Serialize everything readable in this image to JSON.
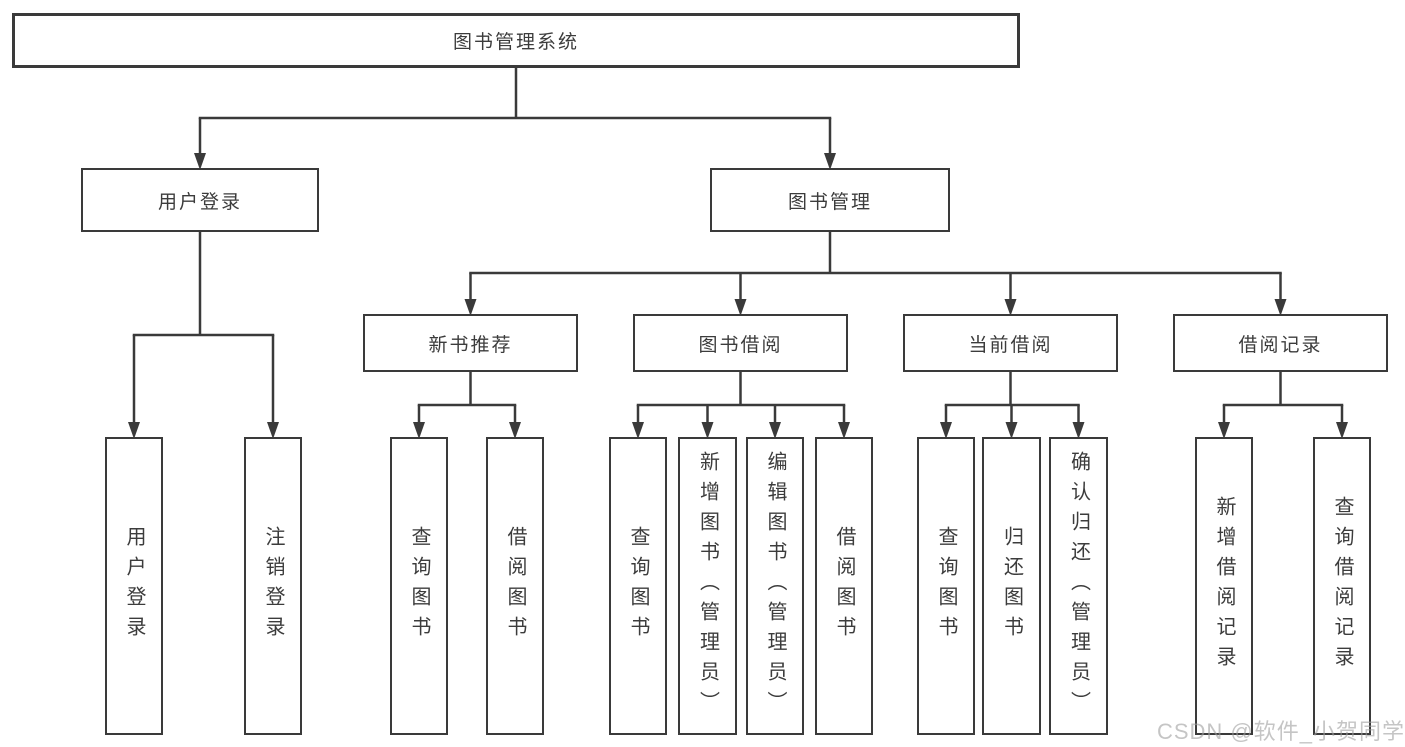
{
  "diagram": {
    "type": "hierarchy-tree",
    "line_color": "#3a3a3a",
    "box_fill": "#ffffff",
    "nodes": {
      "system": {
        "label": "图书管理系统"
      },
      "user_login": {
        "label": "用户登录"
      },
      "book_mgmt": {
        "label": "图书管理"
      },
      "new_book_rec": {
        "label": "新书推荐"
      },
      "book_borrow": {
        "label": "图书借阅"
      },
      "current_borrow": {
        "label": "当前借阅"
      },
      "borrow_record": {
        "label": "借阅记录"
      },
      "ul_login": {
        "label": "用户登录"
      },
      "ul_logout": {
        "label": "注销登录"
      },
      "nb_query": {
        "label": "查询图书"
      },
      "nb_borrow": {
        "label": "借阅图书"
      },
      "bb_query": {
        "label": "查询图书"
      },
      "bb_add": {
        "label": "新增图书（管理员）"
      },
      "bb_edit": {
        "label": "编辑图书（管理员）"
      },
      "bb_borrow": {
        "label": "借阅图书"
      },
      "cb_query": {
        "label": "查询图书"
      },
      "cb_return": {
        "label": "归还图书"
      },
      "cb_confirm": {
        "label": "确认归还（管理员）"
      },
      "br_add": {
        "label": "新增借阅记录"
      },
      "br_query": {
        "label": "查询借阅记录"
      }
    },
    "edges": [
      [
        "system",
        "user_login"
      ],
      [
        "system",
        "book_mgmt"
      ],
      [
        "user_login",
        "ul_login"
      ],
      [
        "user_login",
        "ul_logout"
      ],
      [
        "book_mgmt",
        "new_book_rec"
      ],
      [
        "book_mgmt",
        "book_borrow"
      ],
      [
        "book_mgmt",
        "current_borrow"
      ],
      [
        "book_mgmt",
        "borrow_record"
      ],
      [
        "new_book_rec",
        "nb_query"
      ],
      [
        "new_book_rec",
        "nb_borrow"
      ],
      [
        "book_borrow",
        "bb_query"
      ],
      [
        "book_borrow",
        "bb_add"
      ],
      [
        "book_borrow",
        "bb_edit"
      ],
      [
        "book_borrow",
        "bb_borrow"
      ],
      [
        "current_borrow",
        "cb_query"
      ],
      [
        "current_borrow",
        "cb_return"
      ],
      [
        "current_borrow",
        "cb_confirm"
      ],
      [
        "borrow_record",
        "br_add"
      ],
      [
        "borrow_record",
        "br_query"
      ]
    ]
  },
  "watermark": {
    "text": "CSDN @软件_小贺同学"
  }
}
